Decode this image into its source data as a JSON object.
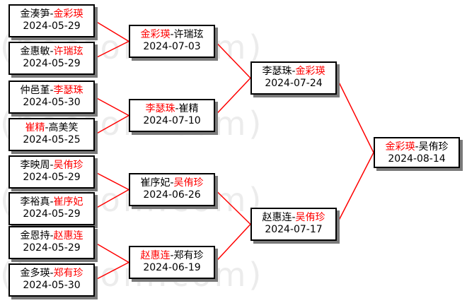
{
  "watermark": "(hoetom.com)",
  "colors": {
    "winner": "#ff0000",
    "normal": "#000000",
    "line": "#ff0000"
  },
  "matches": [
    {
      "id": "r1m1",
      "p1": "金湊笋",
      "p2": "金彩瑛",
      "winner": 2,
      "date": "2024-05-29"
    },
    {
      "id": "r1m2",
      "p1": "金惠敏",
      "p2": "许瑞玹",
      "winner": 2,
      "date": "2024-05-29"
    },
    {
      "id": "r1m3",
      "p1": "仲邑堇",
      "p2": "李瑟珠",
      "winner": 2,
      "date": "2024-05-30"
    },
    {
      "id": "r1m4",
      "p1": "崔精",
      "p2": "高美笑",
      "winner": 1,
      "date": "2024-05-25"
    },
    {
      "id": "r1m5",
      "p1": "李映周",
      "p2": "吴侑珍",
      "winner": 2,
      "date": "2024-05-29"
    },
    {
      "id": "r1m6",
      "p1": "李裕真",
      "p2": "崔序妃",
      "winner": 2,
      "date": "2024-05-29"
    },
    {
      "id": "r1m7",
      "p1": "金恩持",
      "p2": "赵惠连",
      "winner": 2,
      "date": "2024-05-29"
    },
    {
      "id": "r1m8",
      "p1": "金多瑛",
      "p2": "郑有珍",
      "winner": 2,
      "date": "2024-05-30"
    },
    {
      "id": "r2m1",
      "p1": "金彩瑛",
      "p2": "许瑞玹",
      "winner": 1,
      "date": "2024-07-03"
    },
    {
      "id": "r2m2",
      "p1": "李瑟珠",
      "p2": "崔精",
      "winner": 1,
      "date": "2024-07-10"
    },
    {
      "id": "r2m3",
      "p1": "崔序妃",
      "p2": "吴侑珍",
      "winner": 2,
      "date": "2024-06-26"
    },
    {
      "id": "r2m4",
      "p1": "赵惠连",
      "p2": "郑有珍",
      "winner": 1,
      "date": "2024-06-19"
    },
    {
      "id": "r3m1",
      "p1": "李瑟珠",
      "p2": "金彩瑛",
      "winner": 2,
      "date": "2024-07-24"
    },
    {
      "id": "r3m2",
      "p1": "赵惠连",
      "p2": "吴侑珍",
      "winner": 2,
      "date": "2024-07-17"
    },
    {
      "id": "final",
      "p1": "金彩瑛",
      "p2": "吴侑珍",
      "winner": 1,
      "date": "2024-08-14"
    }
  ]
}
